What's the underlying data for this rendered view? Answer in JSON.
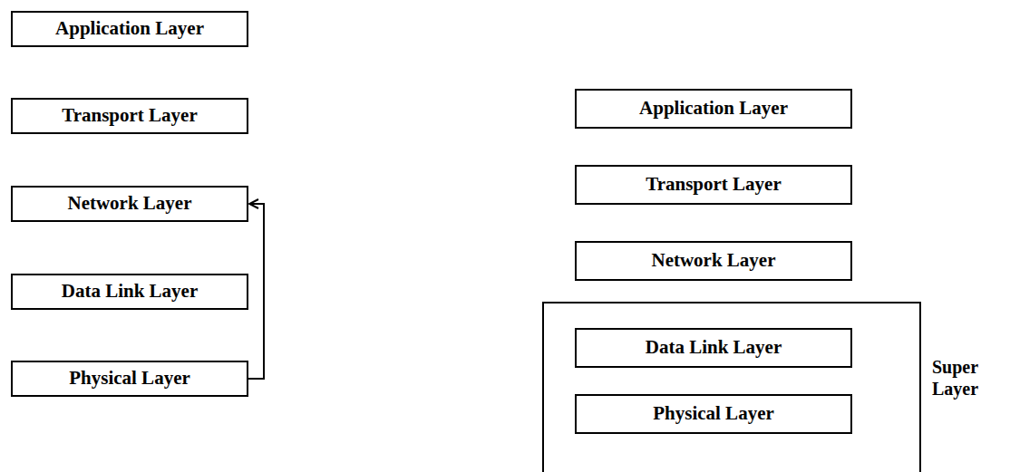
{
  "diagram": {
    "nodes": [
      {
        "text": [
          "Application Layer"
        ]
      },
      {
        "text": [
          "Transport Layer"
        ]
      },
      {
        "text": [
          "Network Layer"
        ]
      },
      {
        "text": [
          "Data Link Layer"
        ]
      },
      {
        "text": [
          "Physical Layer"
        ]
      },
      {
        "text": [
          "Application Layer"
        ]
      },
      {
        "text": [
          "Transport Layer"
        ]
      },
      {
        "text": [
          "Network Layer"
        ]
      },
      {
        "text": [
          "Super Layer"
        ]
      },
      {
        "text": [
          "Data Link Layer"
        ],
        "in": 8
      },
      {
        "text": [
          "Physical Layer"
        ],
        "in": 8
      }
    ],
    "edges": [
      {
        "from": 4,
        "to": 2,
        "arrow": "to"
      }
    ]
  }
}
